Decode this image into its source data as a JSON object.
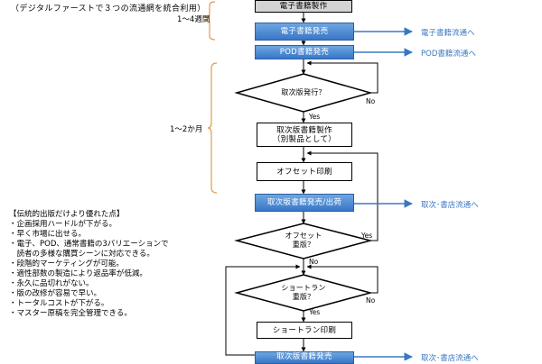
{
  "header_note": "（デジタルファーストで３つの流通網を統合利用）",
  "periods": {
    "weeks": "1～4週間",
    "months": "1～2か月"
  },
  "nodes": {
    "ebook_production": "電子書籍製作",
    "ebook_release": "電子書籍発売",
    "pod_release": "POD書籍発売",
    "reprint_check": "取次版発行？",
    "reprint_production": "取次版書籍製作\n（別製品として）",
    "offset_print": "オフセット印刷",
    "reprint_release": "取次版書籍発売/出荷",
    "offset_reprint_check": "オフセット\n重版？",
    "shortrun_check": "ショートラン\n重版？",
    "shortrun_print": "ショートラン印刷",
    "bottom_box": "取次版書籍発売"
  },
  "branch_labels": {
    "yes": "Yes",
    "no": "No"
  },
  "destinations": {
    "ebook_channel": "電子書籍流通へ",
    "pod_channel": "POD書籍流通へ",
    "store_channel": "取次･書店流通へ",
    "bottom_channel": "取次･書店流通へ"
  },
  "advantages": {
    "title": "【伝統的出版だけより優れた点】",
    "items": [
      "・企画採用ハードルが下がる。",
      "・早く市場に出せる。",
      "・電子、POD、通常書籍の3バリエーションで\n　読者の多様な購買シーンに対応できる。",
      "・段階的マーケティングが可能。",
      "・適性部数の製造により返品率が低減。",
      "・永久に品切れがない。",
      "・版の改修が容易で早い。",
      "・トータルコストが下がる。",
      "・マスター原稿を完全管理できる。"
    ]
  },
  "colors": {
    "box_blue": "#4a86d0",
    "arrow_blue": "#3a78c2",
    "bracket_orange": "#e39a4f"
  }
}
